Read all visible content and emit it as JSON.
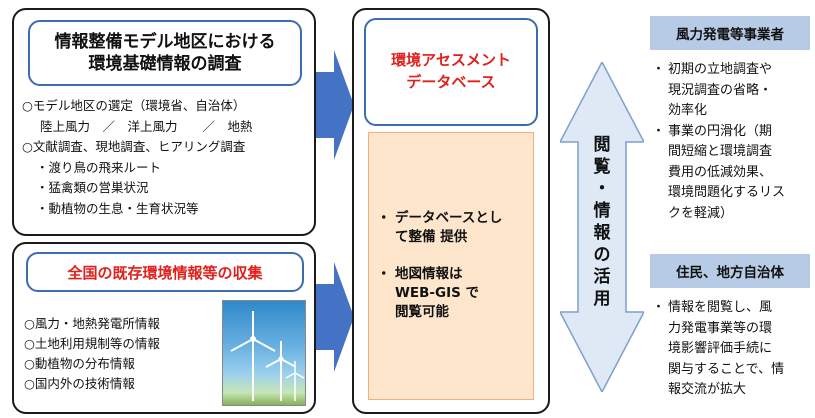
{
  "survey_box": {
    "title_line1": "情報整備モデル地区における",
    "title_line2": "環境基礎情報の調査",
    "lines": [
      "○モデル地区の選定（環境省、自治体）",
      "陸上風力　／　洋上風力　　／　地熱",
      "○文献調査、現地調査、ヒアリング調査",
      "・渡り鳥の飛来ルート",
      "・猛禽類の営巣状況",
      "・動植物の生息・生育状況等"
    ]
  },
  "collect_box": {
    "title": "全国の既存環境情報等の収集",
    "lines": [
      "○風力・地熱発電所情報",
      "○土地利用規制等の情報",
      "○動植物の分布情報",
      "○国内外の技術情報"
    ]
  },
  "database_box": {
    "title_line1": "環境アセスメント",
    "title_line2": "データベース",
    "bullets": [
      {
        "marker": "・",
        "line1": "データベースとし",
        "line2": "て整備 提供"
      },
      {
        "marker": "・",
        "line1": "地図情報は",
        "line2": "WEB-GIS で",
        "line3": "閲覧可能"
      }
    ]
  },
  "usage_arrow": {
    "chars": [
      "閲",
      "覧",
      "・",
      "情",
      "報",
      "の",
      "活",
      "用"
    ]
  },
  "wind_operators": {
    "header": "風力発電等事業者",
    "items": [
      [
        "初期の立地調査や",
        "現況調査の省略・",
        "効率化"
      ],
      [
        "事業の円滑化（期",
        "間短縮と環境調査",
        "費用の低減効果、",
        "環境問題化するリス",
        "クを軽減）"
      ]
    ]
  },
  "residents": {
    "header": "住民、地方自治体",
    "items": [
      [
        "情報を閲覧し、風",
        "力発電事業等の環",
        "境影響評価手続に",
        "関与することで、情",
        "報交流が拡大"
      ]
    ]
  },
  "colors": {
    "accent_red": "#e0201b",
    "arrow_blue": "#4472c4",
    "panel_orange": "#fde6cc",
    "header_blue": "#b8cbe6",
    "usage_arrow_fill": "#dfe9f5"
  }
}
